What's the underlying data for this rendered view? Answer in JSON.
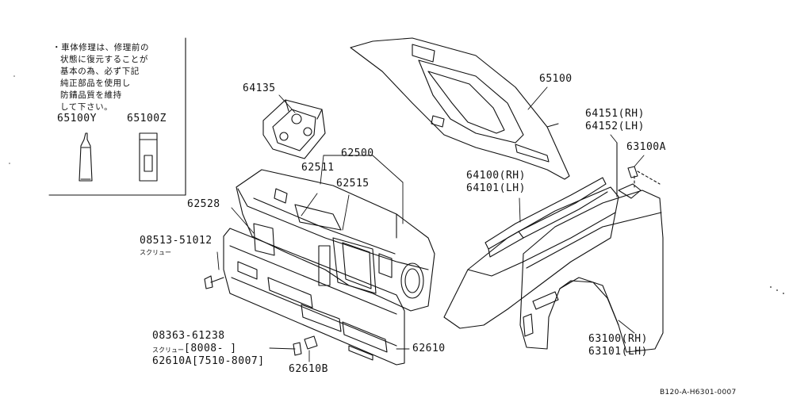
{
  "note": {
    "lines": [
      "・車体修理は、修理前の",
      "状態に復元することが",
      "基本の為、必ず下記",
      "純正部品を使用し",
      "防錆品質を維持",
      "して下さい。"
    ],
    "items": [
      "65100Y",
      "65100Z"
    ]
  },
  "parts": {
    "p64135": "64135",
    "p65100": "65100",
    "p62500": "62500",
    "p62511": "62511",
    "p62515": "62515",
    "p62528": "62528",
    "p08513": "08513-51012",
    "p08513_sub": "スクリュー",
    "p64151": "64151(RH)",
    "p64152": "64152(LH)",
    "p63100A": "63100A",
    "p64100": "64100(RH)",
    "p64101": "64101(LH)",
    "p08363": "08363-61238",
    "p08363_sub": "スクリュー",
    "p08363_range": "[8008-        ]",
    "p62610A": "62610A[7510-8007]",
    "p62610B": "62610B",
    "p62610": "62610",
    "p63100": "63100(RH)",
    "p63101": "63101(LH)"
  },
  "diagram_code": "B120-A-H6301-0007"
}
